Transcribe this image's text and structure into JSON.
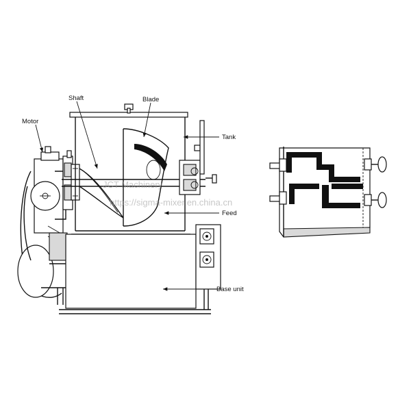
{
  "labels": {
    "motor": "Motor",
    "shaft": "Shaft",
    "blade": "Blade",
    "tank": "Tank",
    "feed": "Feed",
    "base_unit": "Base unit"
  },
  "watermark": {
    "line1": "JCT Machinery",
    "line2": "https://sigma-mixer.en.china.cn"
  },
  "colors": {
    "ink": "#111111",
    "shade": "#d9d9d9",
    "background": "#ffffff"
  }
}
